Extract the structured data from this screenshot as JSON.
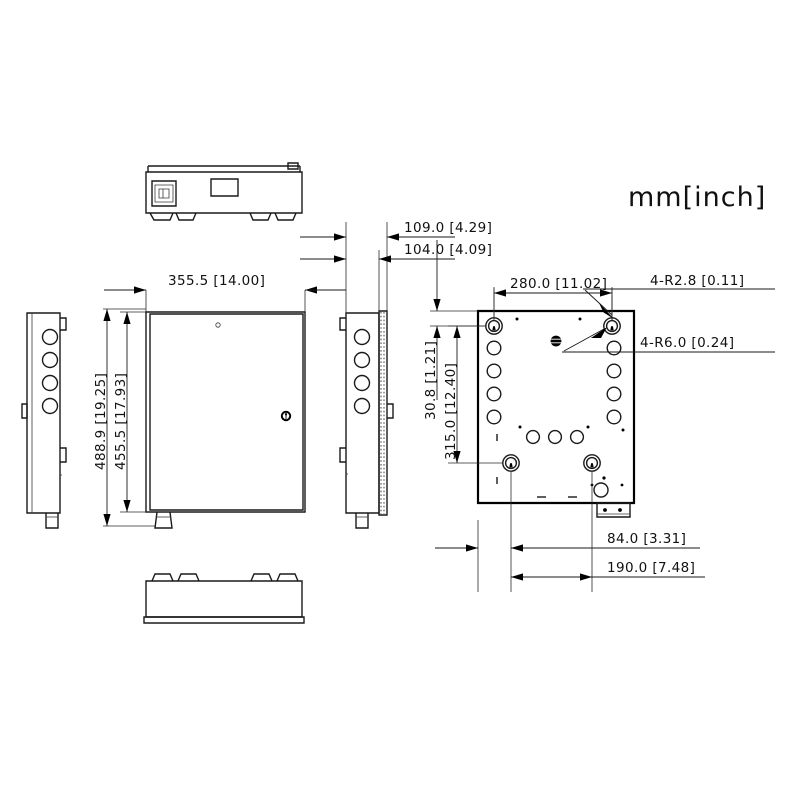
{
  "drawing": {
    "units_note": "mm[inch]",
    "title_units": "mm[inch]"
  },
  "dimensions": {
    "width_front": "355.5  [14.00]",
    "height_outer": "488.9  [19.25]",
    "height_inner": "455.5  [17.93]",
    "depth_outer": "109.0  [4.29]",
    "depth_inner": "104.0  [4.09]",
    "rear_width": "280.0  [11.02]",
    "top_offset": "30.8 [1.21]",
    "mount_span_v": "315.0 [12.40]",
    "bottom_offset": "84.0  [3.31]",
    "bottom_span": "190.0  [7.48]"
  },
  "callouts": {
    "radius_small": "4-R2.8  [0.11]",
    "radius_large": "4-R6.0  [0.24]"
  },
  "views": {
    "top": "top-view",
    "left_side": "left-side-view",
    "front": "front-view",
    "right_side": "right-side-view",
    "rear": "rear-view",
    "bottom": "bottom-view"
  }
}
